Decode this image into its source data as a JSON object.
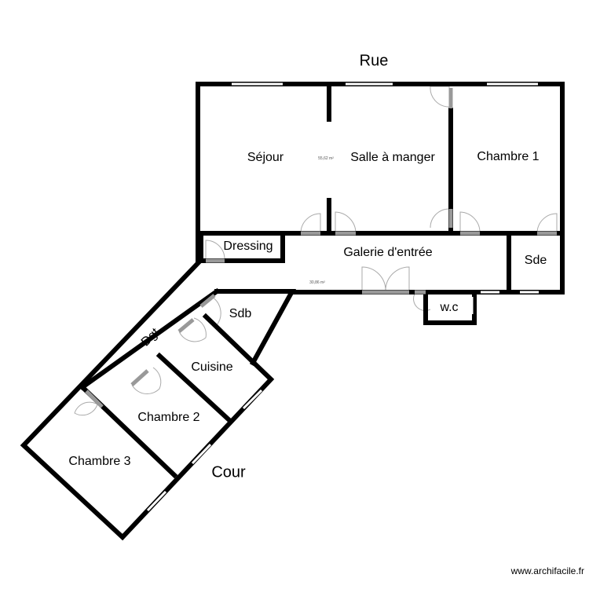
{
  "outside": {
    "street": "Rue",
    "courtyard": "Cour"
  },
  "rooms": {
    "sejour": "Séjour",
    "salle": "Salle à manger",
    "chambre1": "Chambre 1",
    "dressing": "Dressing",
    "galerie": "Galerie d'entrée",
    "sde": "Sde",
    "wc": "w.c",
    "sdb": "Sdb",
    "dgt": "Dgt",
    "cuisine": "Cuisine",
    "chambre2": "Chambre 2",
    "chambre3": "Chambre 3"
  },
  "areas": {
    "main": "55,62 m²",
    "galerie": "30,86 m²"
  },
  "watermark": "www.archifacile.fr"
}
